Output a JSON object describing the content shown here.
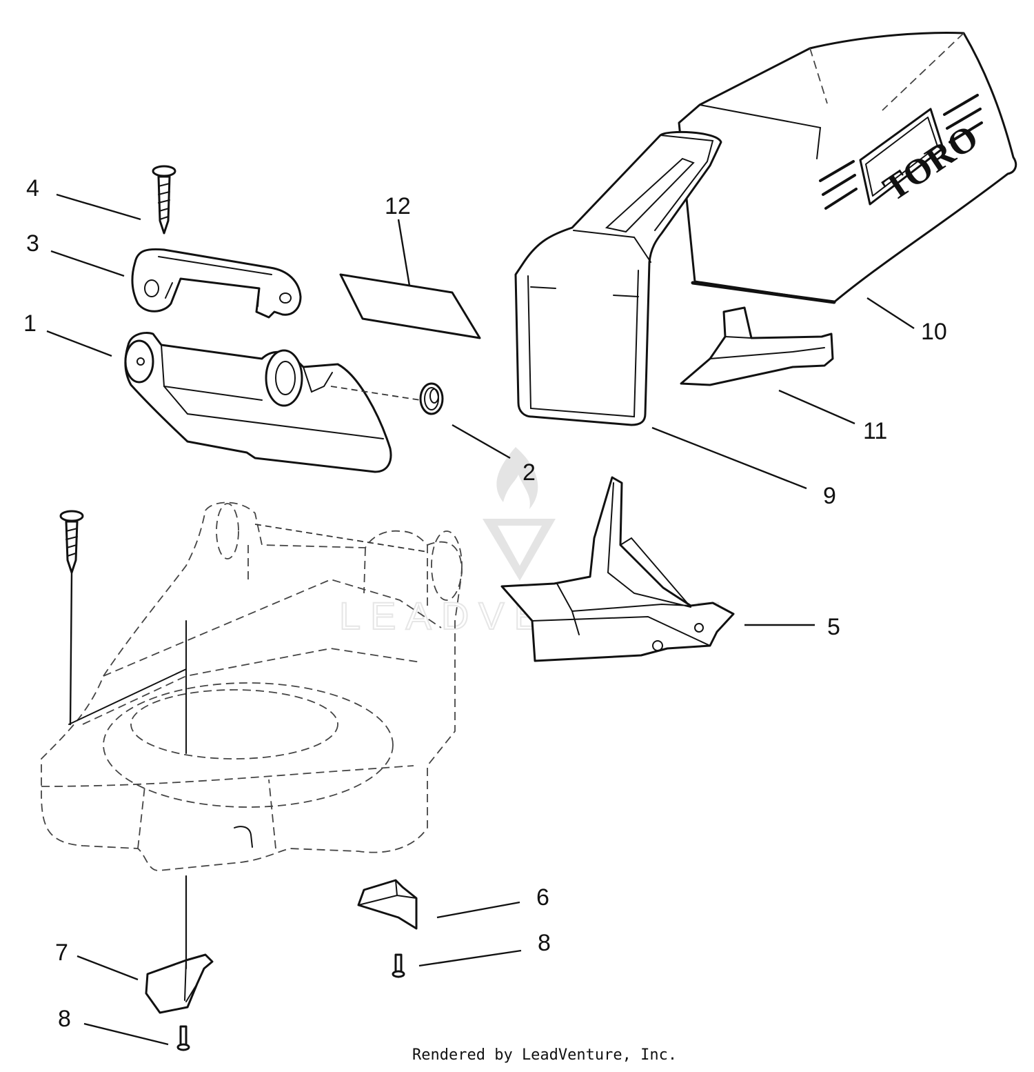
{
  "callouts": [
    {
      "id": "1",
      "label": "1"
    },
    {
      "id": "2",
      "label": "2"
    },
    {
      "id": "3",
      "label": "3"
    },
    {
      "id": "4",
      "label": "4"
    },
    {
      "id": "5",
      "label": "5"
    },
    {
      "id": "6",
      "label": "6"
    },
    {
      "id": "7",
      "label": "7"
    },
    {
      "id": "8a",
      "label": "8"
    },
    {
      "id": "8b",
      "label": "8"
    },
    {
      "id": "9",
      "label": "9"
    },
    {
      "id": "10",
      "label": "10"
    },
    {
      "id": "11",
      "label": "11"
    },
    {
      "id": "12",
      "label": "12"
    }
  ],
  "bag_logo": "TORO",
  "watermark": "LEADVENTURE",
  "footer": "Rendered by LeadVenture, Inc."
}
